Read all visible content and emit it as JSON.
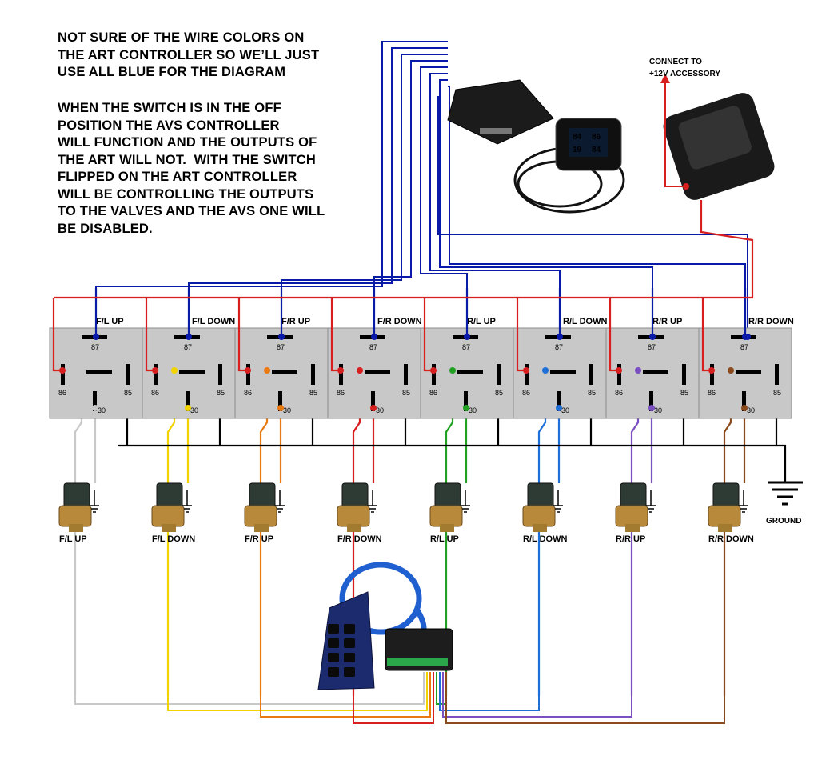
{
  "notes": {
    "wire_colors": "NOT SURE OF THE WIRE COLORS ON\nTHE ART CONTROLLER SO WE’LL JUST\nUSE ALL BLUE FOR THE DIAGRAM",
    "switch_behavior": "WHEN THE SWITCH IS IN THE OFF\nPOSITION THE AVS CONTROLLER\nWILL FUNCTION AND THE OUTPUTS OF\nTHE ART WILL NOT.  WITH THE SWITCH\nFLIPPED ON THE ART CONTROLLER\nWILL BE CONTROLLING THE OUTPUTS\nTO THE VALVES AND THE AVS ONE WILL\nBE DISABLED."
  },
  "switch_note": {
    "line1": "CONNECT TO",
    "line2": "+12V ACCESSORY"
  },
  "ground_label": "GROUND",
  "relays": [
    {
      "label": "F/L UP",
      "wire_color": "#c8c8c8",
      "p87": "87",
      "p86": "86",
      "p85": "85",
      "p30": "30"
    },
    {
      "label": "F/L DOWN",
      "wire_color": "#f2d300",
      "p87": "87",
      "p86": "86",
      "p85": "85",
      "p30": "30"
    },
    {
      "label": "F/R UP",
      "wire_color": "#e87a10",
      "p87": "87",
      "p86": "86",
      "p85": "85",
      "p30": "30"
    },
    {
      "label": "F/R DOWN",
      "wire_color": "#d81f1f",
      "p87": "87",
      "p86": "86",
      "p85": "85",
      "p30": "30"
    },
    {
      "label": "R/L UP",
      "wire_color": "#22a022",
      "p87": "87",
      "p86": "86",
      "p85": "85",
      "p30": "30"
    },
    {
      "label": "R/L DOWN",
      "wire_color": "#1f6fd8",
      "p87": "87",
      "p86": "86",
      "p85": "85",
      "p30": "30"
    },
    {
      "label": "R/R UP",
      "wire_color": "#7a4fc0",
      "p87": "87",
      "p86": "86",
      "p85": "85",
      "p30": "30"
    },
    {
      "label": "R/R DOWN",
      "wire_color": "#8a4a1c",
      "p87": "87",
      "p86": "86",
      "p85": "85",
      "p30": "30"
    }
  ],
  "valves": [
    {
      "label": "F/L UP"
    },
    {
      "label": "F/L DOWN"
    },
    {
      "label": "F/R UP"
    },
    {
      "label": "F/R DOWN"
    },
    {
      "label": "R/L UP"
    },
    {
      "label": "R/L DOWN"
    },
    {
      "label": "R/R UP"
    },
    {
      "label": "R/R DOWN"
    }
  ],
  "art_display": {
    "row1_left": "84",
    "row1_right": "86",
    "row2_left": "19",
    "row2_right": "84"
  },
  "colors": {
    "art_wire": "#0a1aa8",
    "power_wire": "#d81f1f",
    "ground_wire": "#000000",
    "relay_body": "#c8c8c8"
  },
  "icons": [
    "relay",
    "solenoid-valve",
    "ground-symbol",
    "rocker-switch",
    "art-controller",
    "art-display",
    "avs-controller",
    "avs-remote"
  ]
}
